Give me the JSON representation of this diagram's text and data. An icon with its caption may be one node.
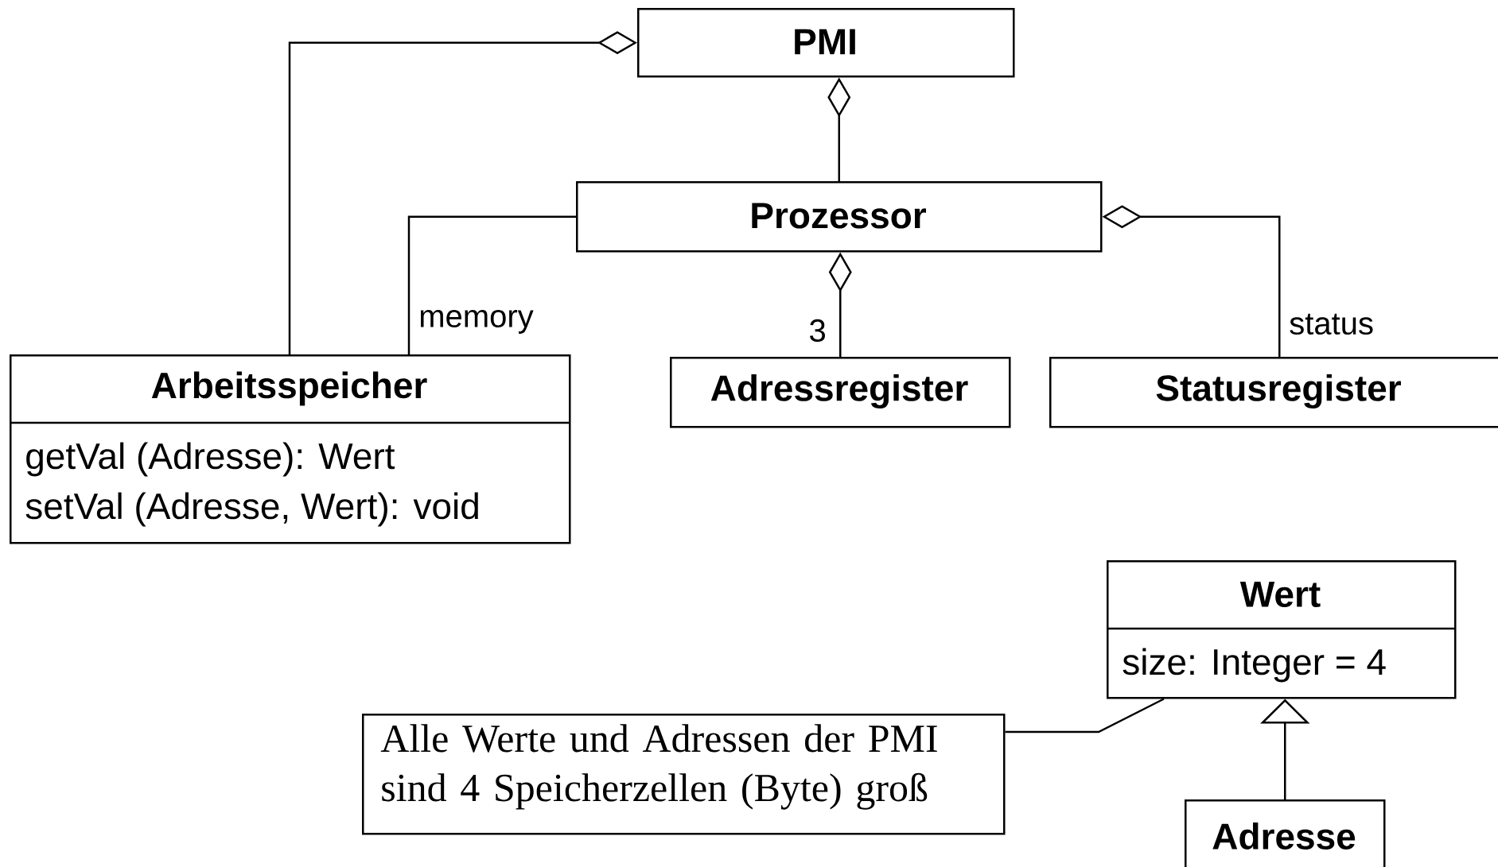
{
  "diagram": {
    "nodes": [
      {
        "text": [
          "PMI"
        ]
      },
      {
        "text": [
          "Prozessor"
        ]
      },
      {
        "text": [
          "Arbeitsspeicher",
          "getVal (Adresse): Wert",
          "setVal (Adresse, Wert): void"
        ]
      },
      {
        "text": [
          "Adressregister"
        ]
      },
      {
        "text": [
          "Statusregister"
        ]
      },
      {
        "text": [
          "Wert",
          "size: Integer = 4"
        ]
      },
      {
        "text": [
          "Alle Werte und Adressen der PMI sind 4 Speicherzellen (Byte) groß"
        ]
      },
      {
        "text": [
          "Adresse"
        ]
      }
    ],
    "edges": [
      {
        "from": 2,
        "to": 0,
        "arrow": "other"
      },
      {
        "from": 1,
        "to": 0,
        "arrow": "other"
      },
      {
        "from": 2,
        "to": 1,
        "arrow": "none",
        "label": "memory"
      },
      {
        "from": 3,
        "to": 1,
        "arrow": "other",
        "label": "3"
      },
      {
        "from": 4,
        "to": 1,
        "arrow": "other",
        "label": "status"
      },
      {
        "from": 6,
        "to": 5,
        "arrow": "none"
      },
      {
        "from": 7,
        "to": 5,
        "arrow": "to"
      }
    ]
  }
}
